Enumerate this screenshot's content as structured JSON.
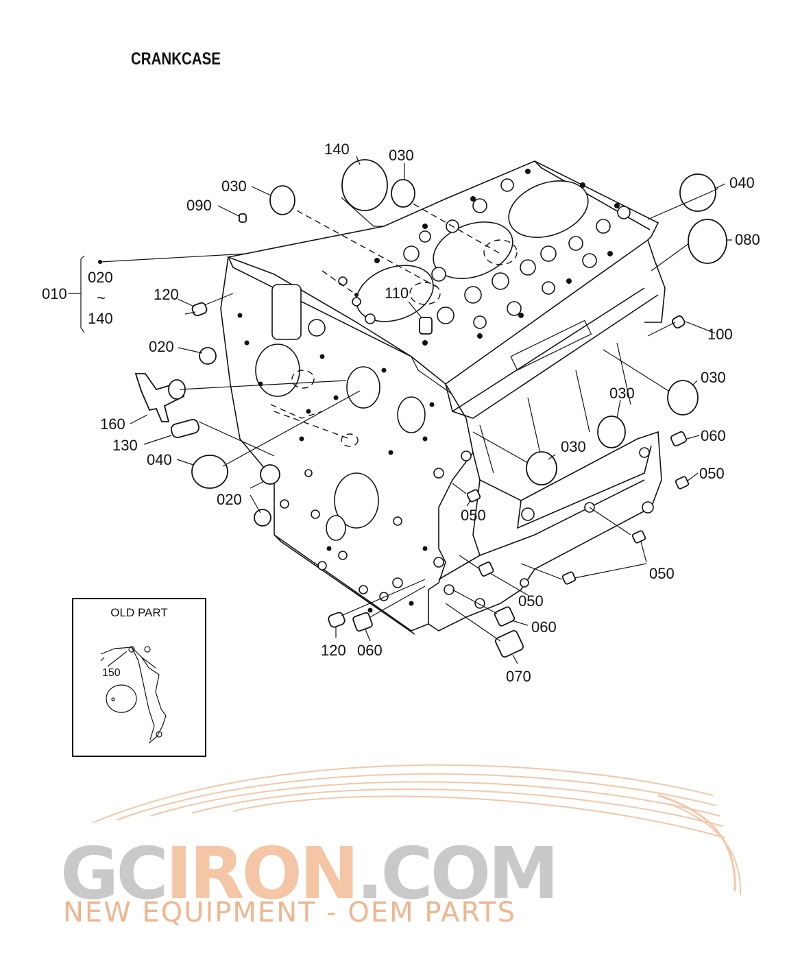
{
  "page": {
    "title": "CRANKCASE"
  },
  "callouts": {
    "c140_top": "140",
    "c030_top": "030",
    "c030_left": "030",
    "c090": "090",
    "c040_right": "040",
    "c080": "080",
    "c010": "010",
    "c020_group": "020",
    "c_tilde": "~",
    "c140_group": "140",
    "c120_left": "120",
    "c110": "110",
    "c020_mid": "020",
    "c100": "100",
    "c030_r1": "030",
    "c030_r2": "030",
    "c160": "160",
    "c130": "130",
    "c040_left": "040",
    "c030_r3": "030",
    "c060_r1": "060",
    "c050_r1": "050",
    "c020_low": "020",
    "c050_mid": "050",
    "c050_r2": "050",
    "c050_low": "050",
    "c060_low": "060",
    "c120_bottom": "120",
    "c060_bottom": "060",
    "c070": "070"
  },
  "old_part": {
    "title": "OLD PART",
    "label": "150"
  },
  "watermark": {
    "brand_gray_1": "GC",
    "brand_orange": "IRON",
    "brand_gray_2": ".COM",
    "tagline": "NEW EQUIPMENT - OEM PARTS",
    "colors": {
      "gray": "#c9c9c9",
      "orange": "#f0b58e"
    }
  }
}
